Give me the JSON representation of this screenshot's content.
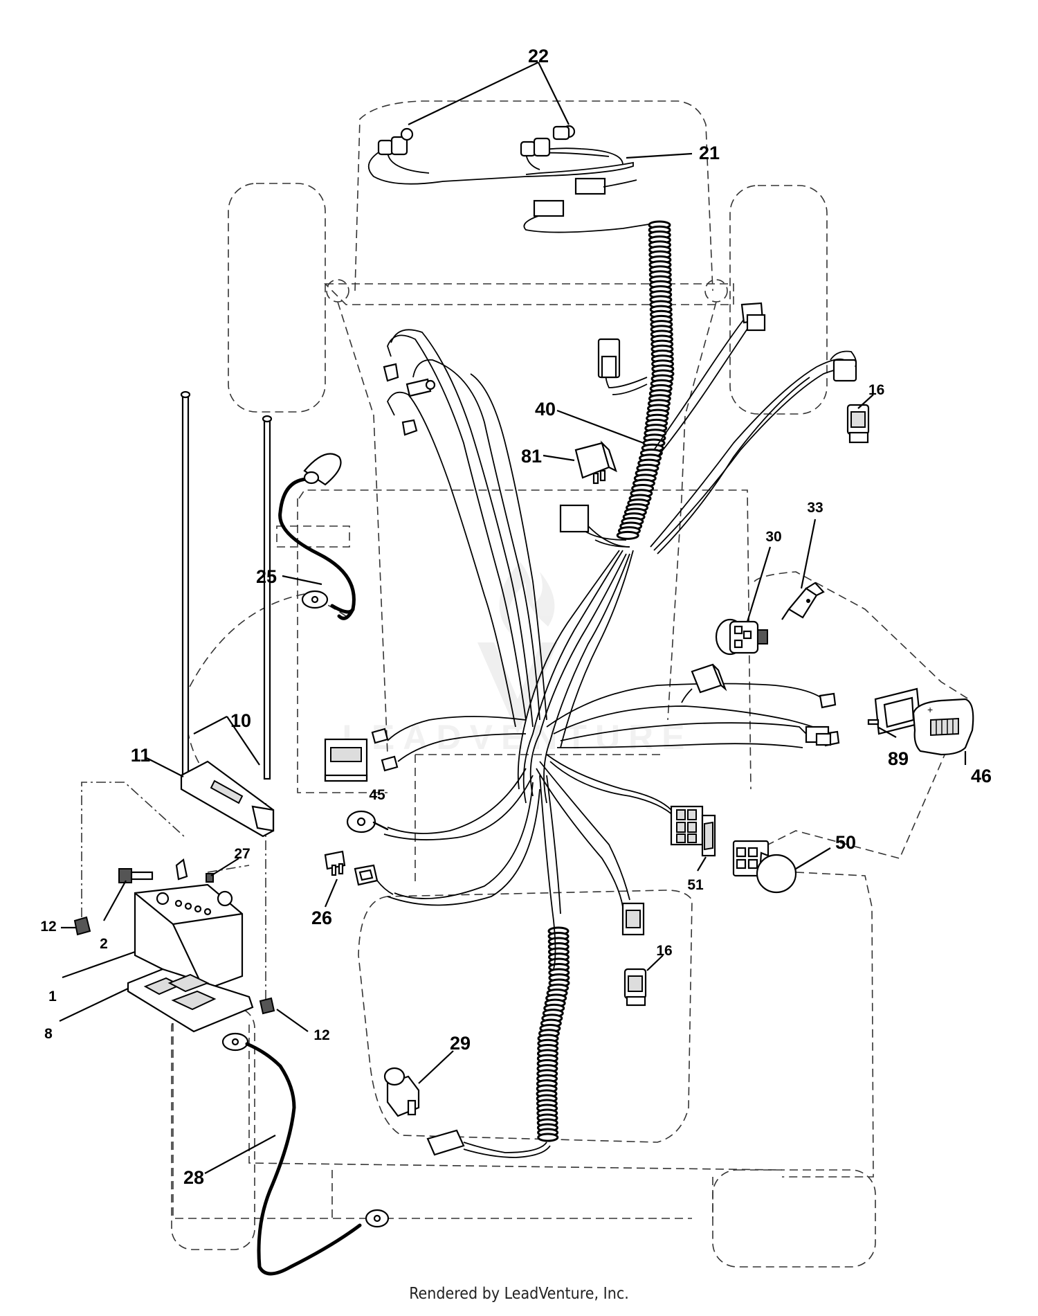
{
  "callouts": [
    {
      "id": "c22",
      "label": "22"
    },
    {
      "id": "c21",
      "label": "21"
    },
    {
      "id": "c16a",
      "label": "16"
    },
    {
      "id": "c40",
      "label": "40"
    },
    {
      "id": "c81",
      "label": "81"
    },
    {
      "id": "c33",
      "label": "33"
    },
    {
      "id": "c30",
      "label": "30"
    },
    {
      "id": "c25",
      "label": "25"
    },
    {
      "id": "c10",
      "label": "10"
    },
    {
      "id": "c11",
      "label": "11"
    },
    {
      "id": "c45",
      "label": "45"
    },
    {
      "id": "c89",
      "label": "89"
    },
    {
      "id": "c46",
      "label": "46"
    },
    {
      "id": "c27",
      "label": "27"
    },
    {
      "id": "c50",
      "label": "50"
    },
    {
      "id": "c51",
      "label": "51"
    },
    {
      "id": "c12a",
      "label": "12"
    },
    {
      "id": "c2",
      "label": "2"
    },
    {
      "id": "c26",
      "label": "26"
    },
    {
      "id": "c16b",
      "label": "16"
    },
    {
      "id": "c1",
      "label": "1"
    },
    {
      "id": "c8",
      "label": "8"
    },
    {
      "id": "c12b",
      "label": "12"
    },
    {
      "id": "c29",
      "label": "29"
    },
    {
      "id": "c28",
      "label": "28"
    }
  ],
  "watermark": {
    "text": "LEADVENTURE"
  },
  "footer": {
    "text": "Rendered by LeadVenture, Inc."
  }
}
